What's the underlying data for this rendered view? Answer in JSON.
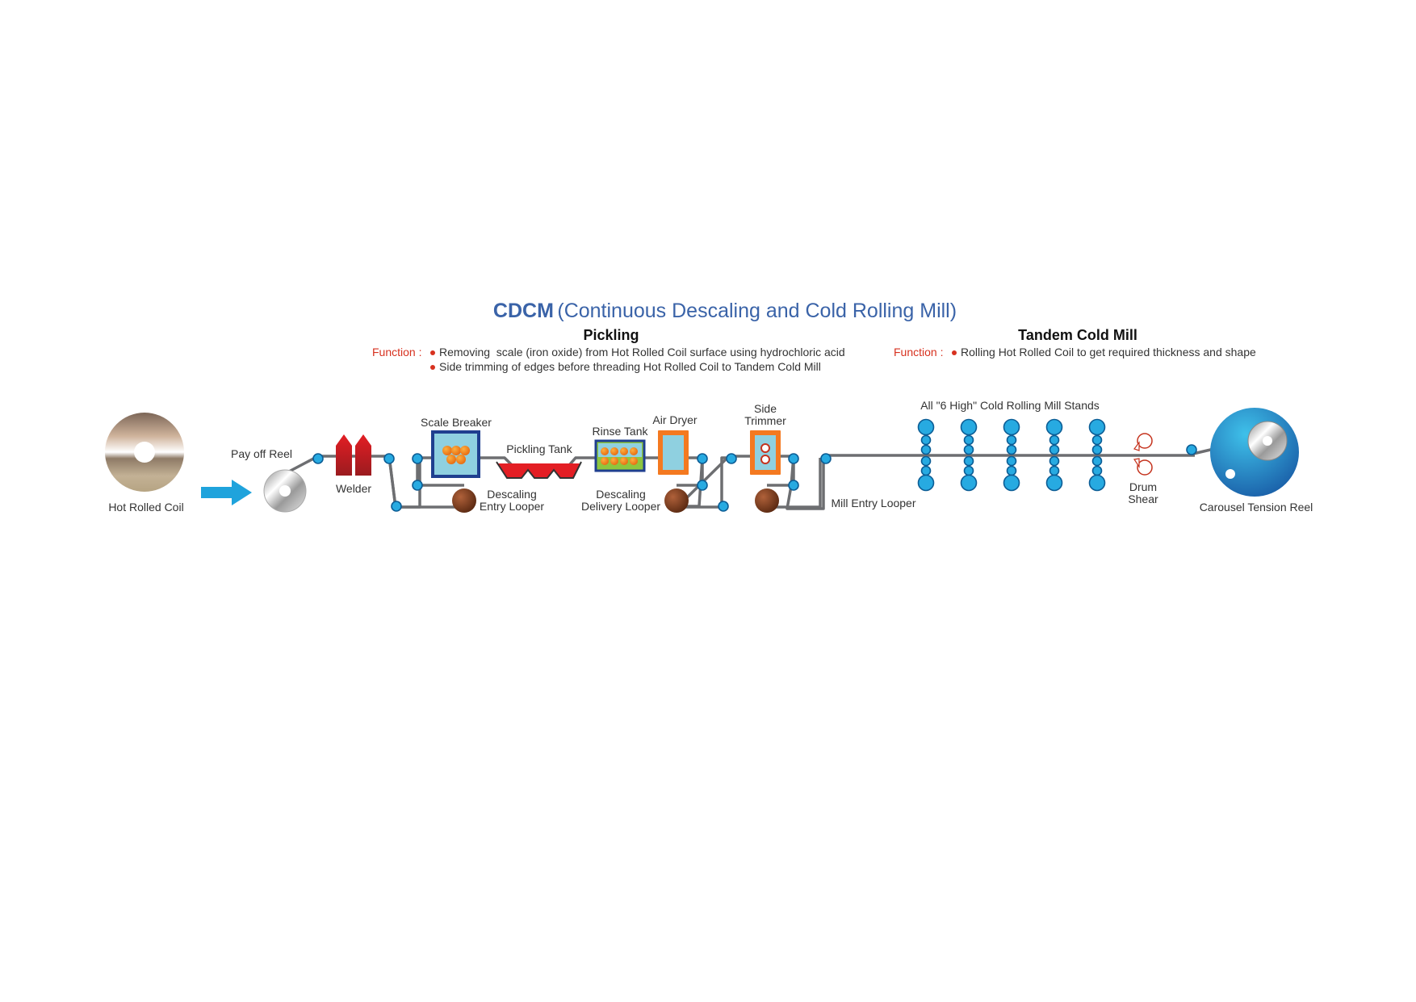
{
  "title": {
    "bold": "CDCM",
    "rest": "(Continuous Descaling and Cold Rolling Mill)"
  },
  "pickling": {
    "heading": "Pickling",
    "function_label": "Function :",
    "items": [
      "Removing  scale (iron oxide) from Hot Rolled Coil surface using hydrochloric acid",
      "Side trimming of edges before threading Hot Rolled Coil to Tandem Cold Mill"
    ]
  },
  "tandem": {
    "heading": "Tandem Cold Mill",
    "function_label": "Function :",
    "items": [
      "Rolling Hot Rolled Coil to get required thickness and shape"
    ]
  },
  "labels": {
    "hot_rolled_coil": "Hot Rolled Coil",
    "pay_off_reel": "Pay off Reel",
    "welder": "Welder",
    "scale_breaker": "Scale Breaker",
    "pickling_tank": "Pickling Tank",
    "rinse_tank": "Rinse Tank",
    "air_dryer": "Air Dryer",
    "side_trimmer": [
      "Side",
      "Trimmer"
    ],
    "descaling_entry_looper": [
      "Descaling",
      "Entry Looper"
    ],
    "descaling_delivery_looper": [
      "Descaling",
      "Delivery Looper"
    ],
    "mill_entry_looper": "Mill Entry Looper",
    "mill_stands": "All \"6 High\" Cold Rolling Mill Stands",
    "drum_shear": [
      "Drum",
      "Shear"
    ],
    "carousel_tension_reel": "Carousel Tension Reel"
  },
  "colors": {
    "title": "#3a63a8",
    "function_red": "#d7311f",
    "roll_blue": "#27aae1",
    "strip_gray": "#6d6e71",
    "tank_red": "#e31e24",
    "box_navy": "#1f3f8f",
    "box_orange": "#f47920",
    "box_fill": "#8fd0e0",
    "rinse_green": "#8dc63f",
    "looper_brown": "#7a3b1a"
  }
}
